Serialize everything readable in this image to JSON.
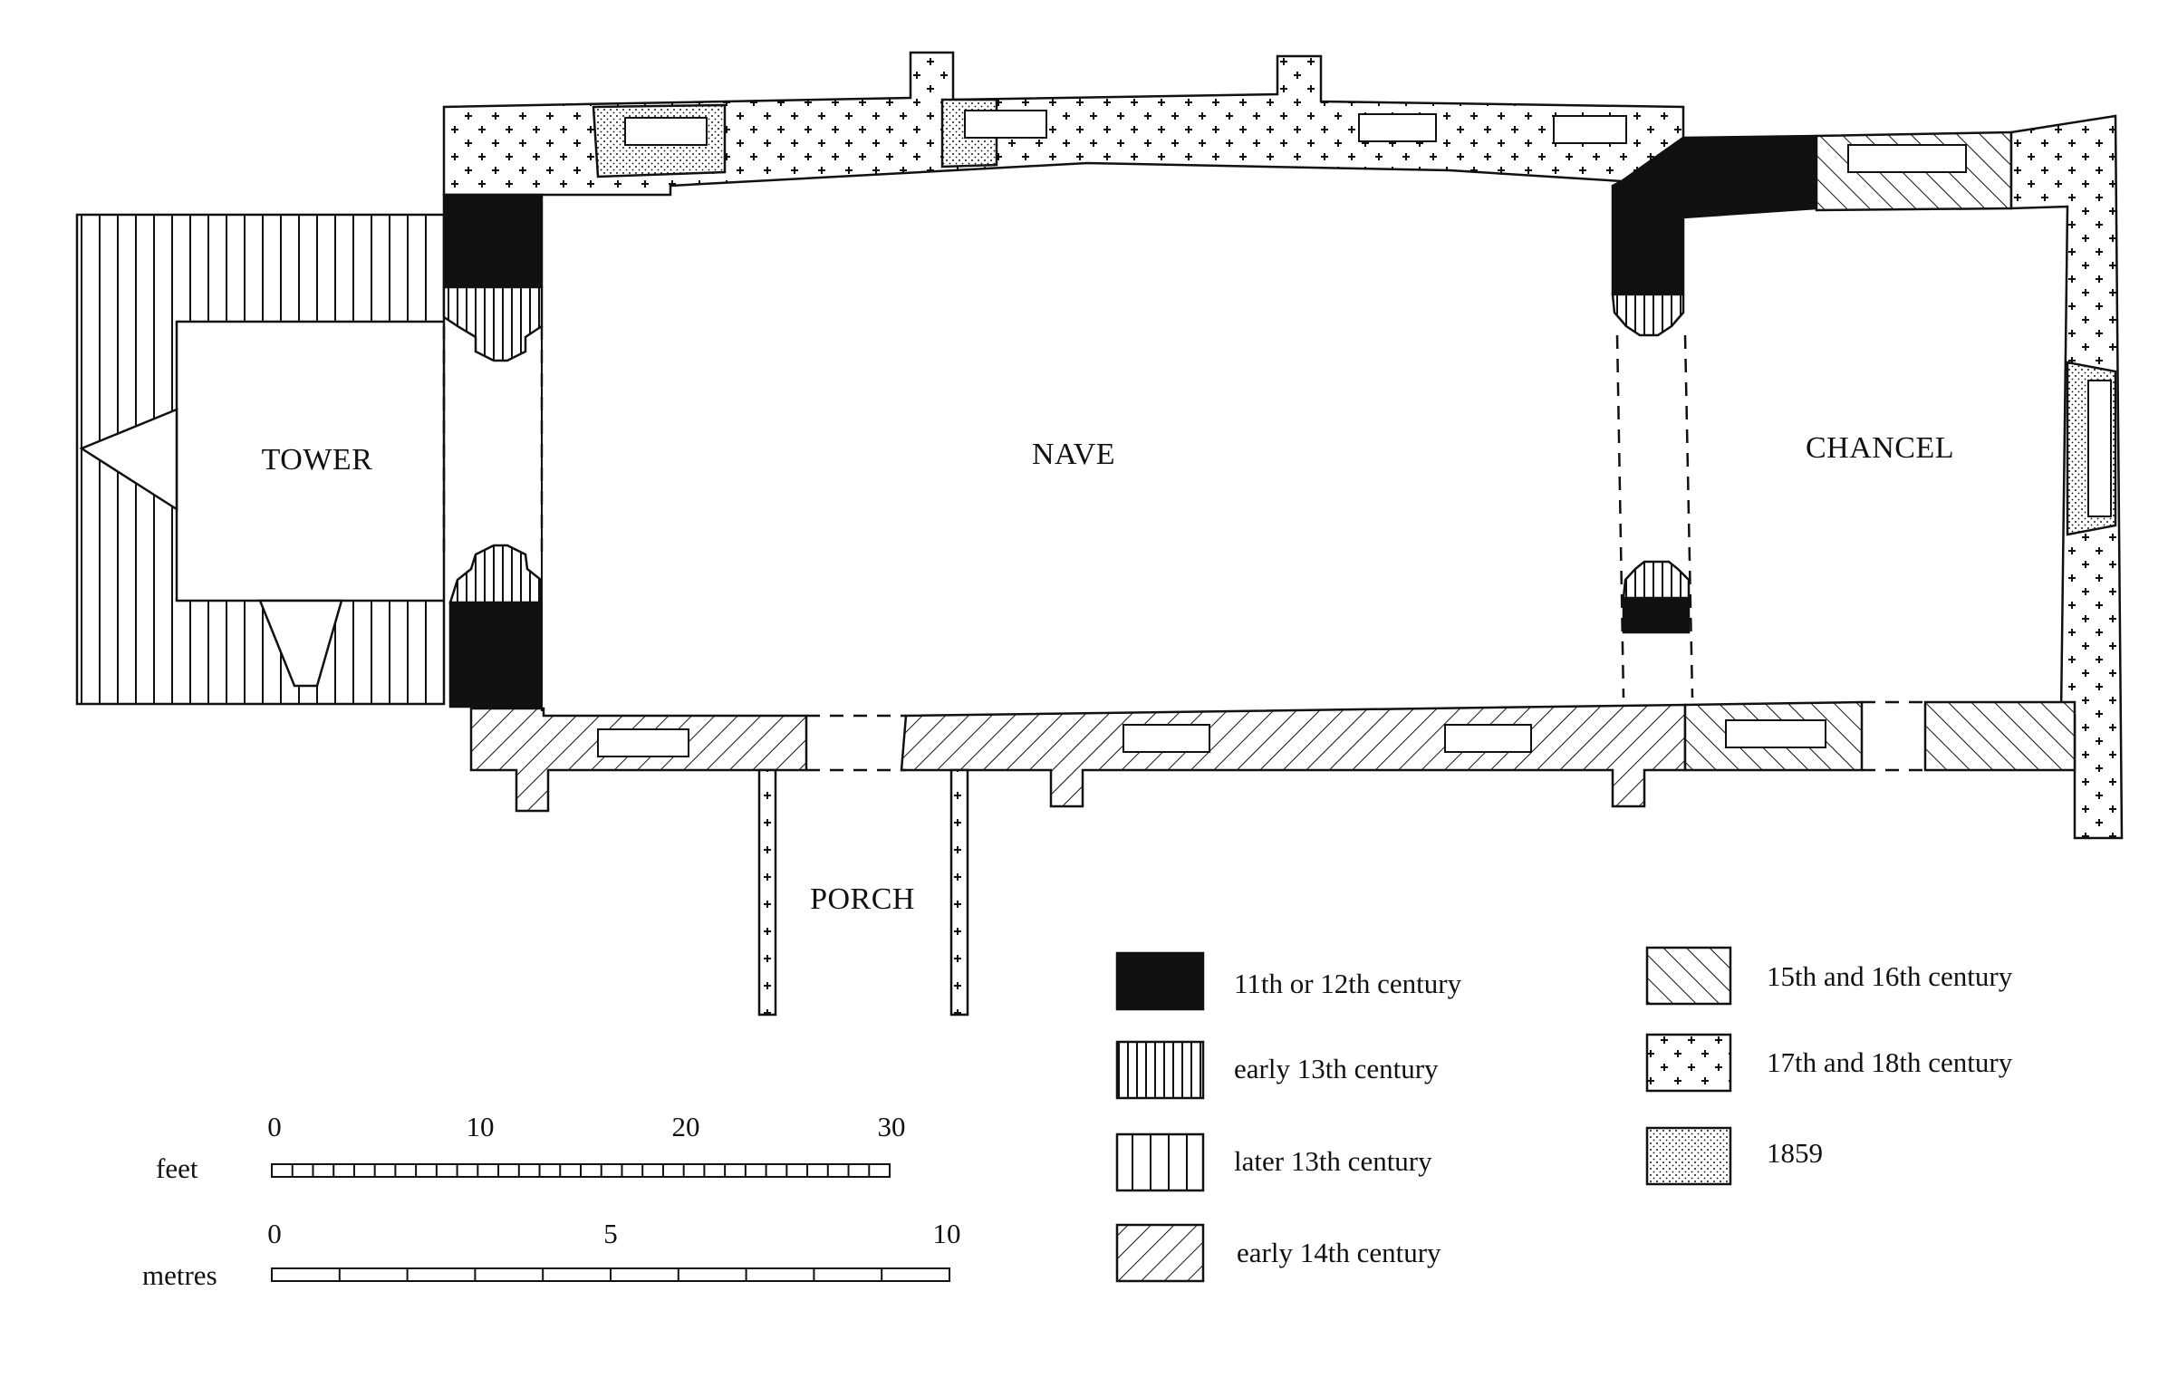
{
  "rooms": {
    "tower": "TOWER",
    "nave": "NAVE",
    "chancel": "CHANCEL",
    "porch": "PORCH"
  },
  "legend": [
    {
      "key": "c11",
      "label": "11th or 12th century",
      "pattern": "solid-black"
    },
    {
      "key": "e13",
      "label": "early 13th century",
      "pattern": "dense-vertical-lines"
    },
    {
      "key": "l13",
      "label": "later 13th century",
      "pattern": "wide-vertical-lines"
    },
    {
      "key": "e14",
      "label": "early 14th century",
      "pattern": "forward-diagonal-hatch"
    },
    {
      "key": "c15",
      "label": "15th and 16th century",
      "pattern": "backward-diagonal-hatch"
    },
    {
      "key": "c17",
      "label": "17th and 18th century",
      "pattern": "crosses"
    },
    {
      "key": "y1859",
      "label": "1859",
      "pattern": "stipple"
    }
  ],
  "scales": {
    "feet": {
      "label": "feet",
      "ticks": [
        "0",
        "10",
        "20",
        "30"
      ],
      "max": 30
    },
    "metres": {
      "label": "metres",
      "ticks": [
        "0",
        "5",
        "10"
      ],
      "max": 10
    }
  },
  "colors": {
    "ink": "#111111",
    "paper": "#ffffff"
  }
}
